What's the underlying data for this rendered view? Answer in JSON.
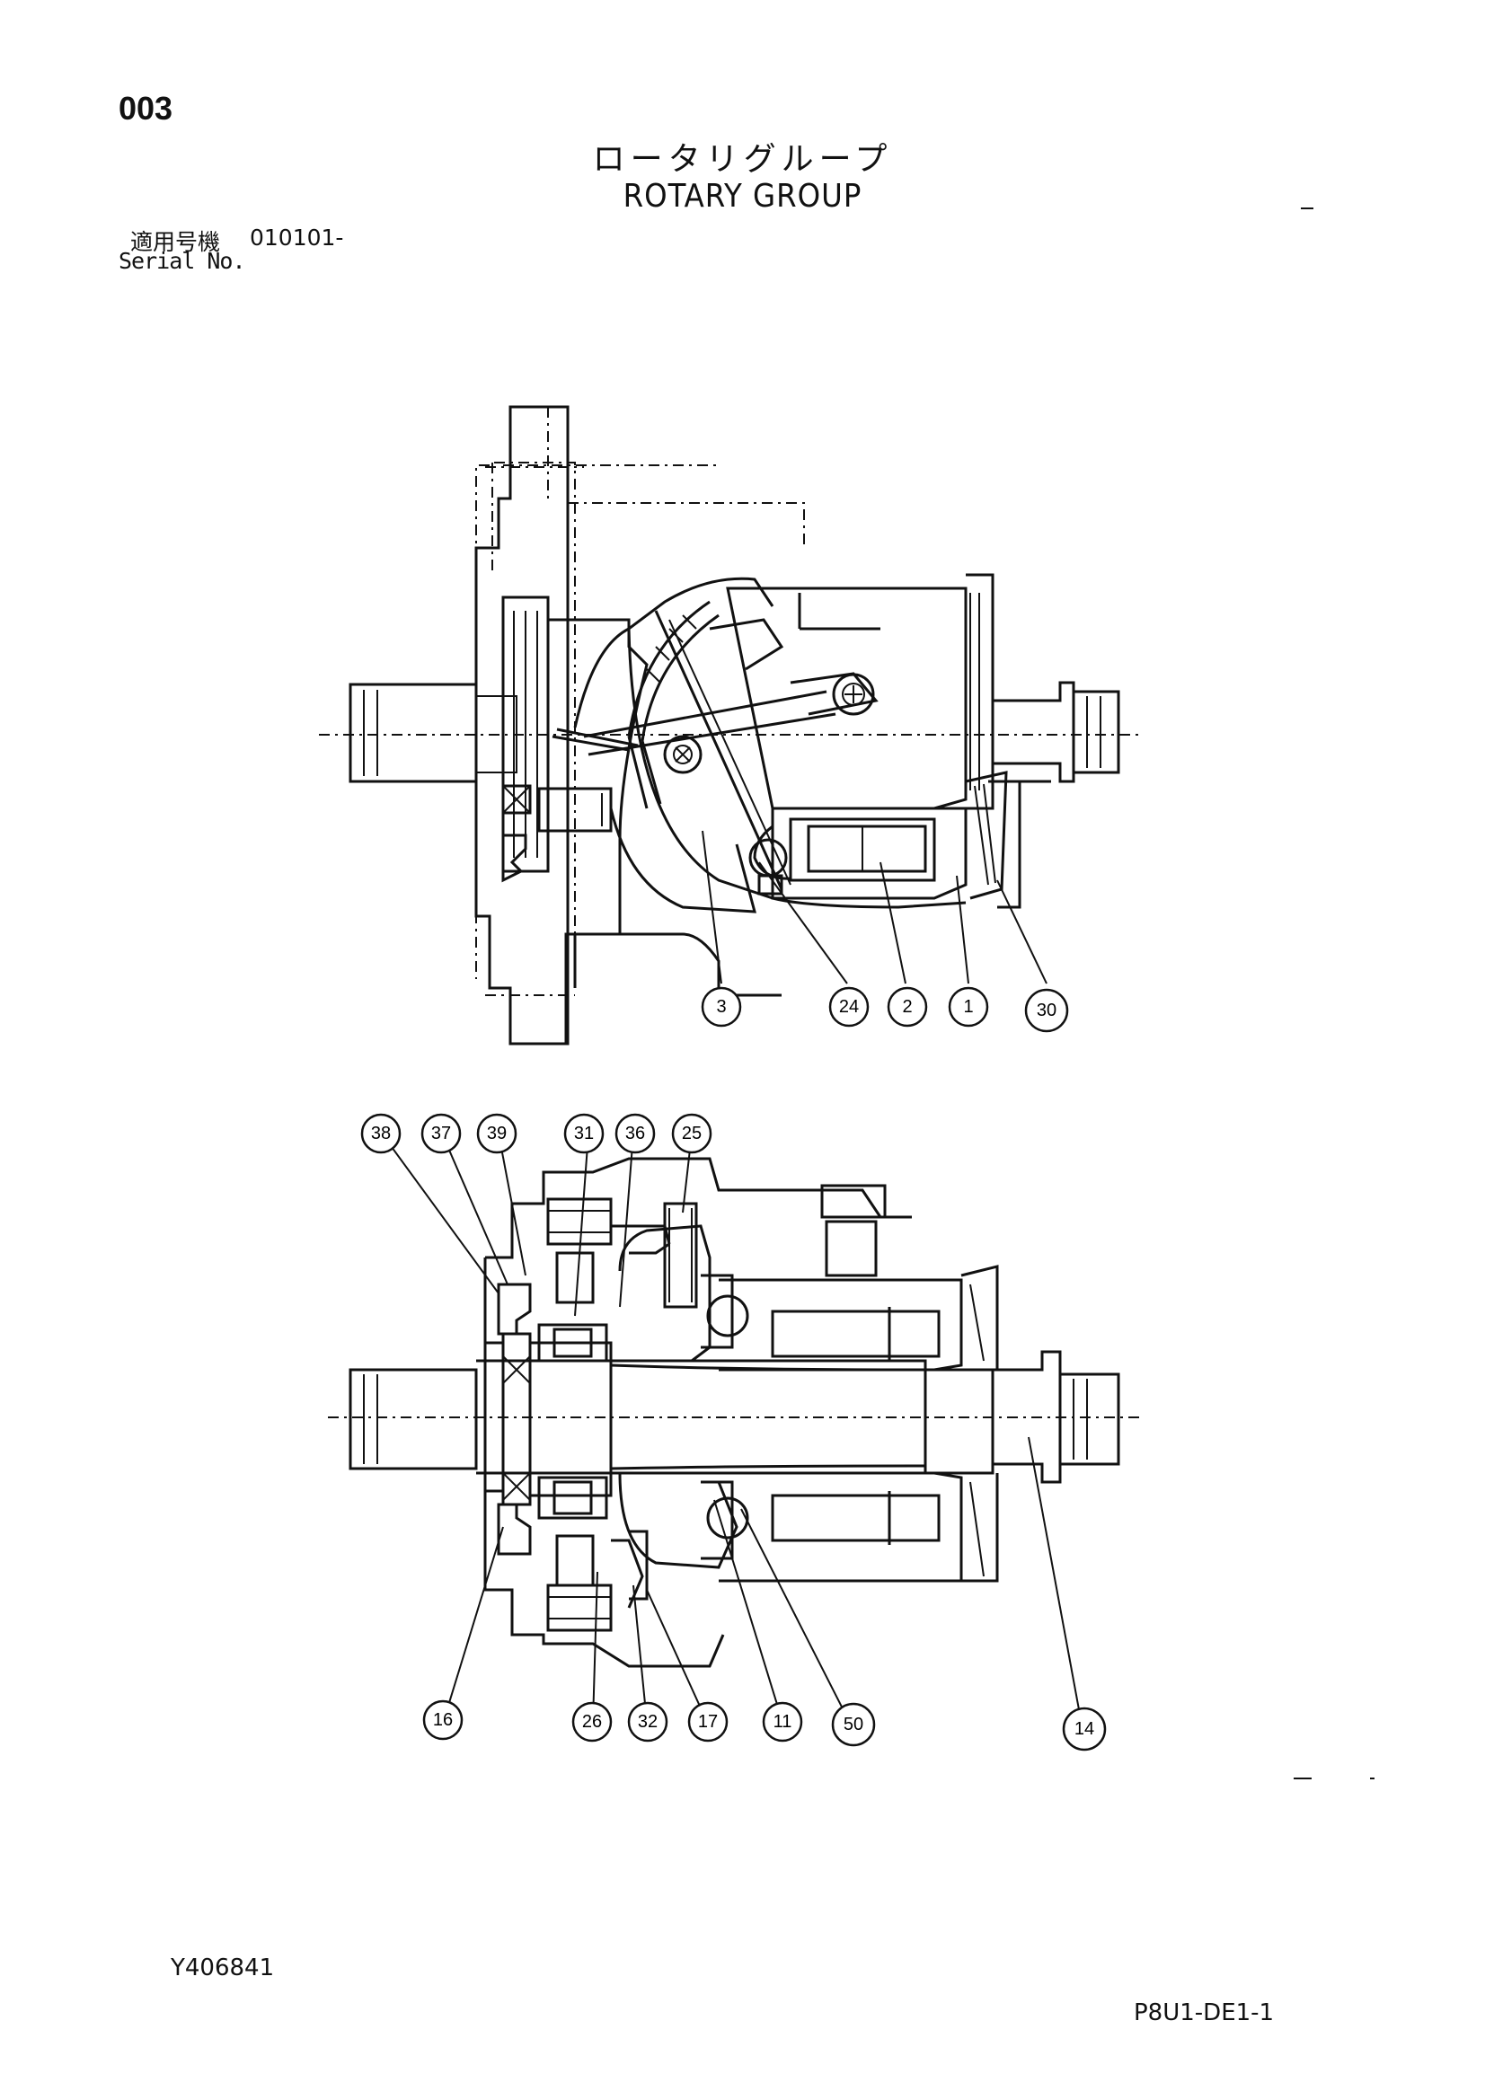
{
  "header": {
    "page_number": "003",
    "title_jp": "ロータリグループ",
    "title_en": "ROTARY GROUP",
    "serial_label_jp": "適用号機",
    "serial_value": "010101-",
    "serial_label_en": "Serial No."
  },
  "footer": {
    "doc_id": "Y406841",
    "page_code": "P8U1-DE1-1"
  },
  "upper_view": {
    "callouts": [
      "3",
      "24",
      "2",
      "1",
      "30"
    ]
  },
  "lower_view": {
    "callouts_top": [
      "38",
      "37",
      "39",
      "31",
      "36",
      "25"
    ],
    "callouts_bottom": [
      "16",
      "26",
      "32",
      "17",
      "11",
      "50",
      "14"
    ]
  }
}
